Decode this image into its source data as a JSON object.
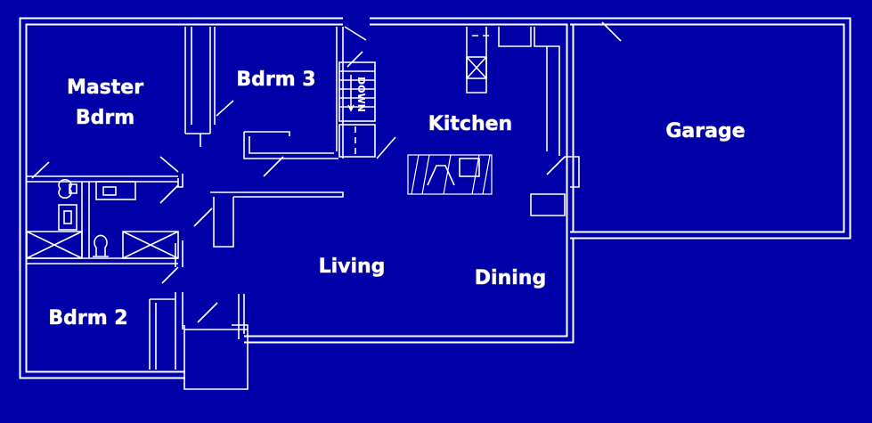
{
  "colors": {
    "background": "#0000a8",
    "lines": "#ffffff"
  },
  "rooms": {
    "master_line1": "Master",
    "master_line2": "Bdrm",
    "bdrm3": "Bdrm 3",
    "kitchen": "Kitchen",
    "garage": "Garage",
    "living": "Living",
    "dining": "Dining",
    "bdrm2": "Bdrm 2"
  },
  "stairs": {
    "label": "DOWN"
  }
}
